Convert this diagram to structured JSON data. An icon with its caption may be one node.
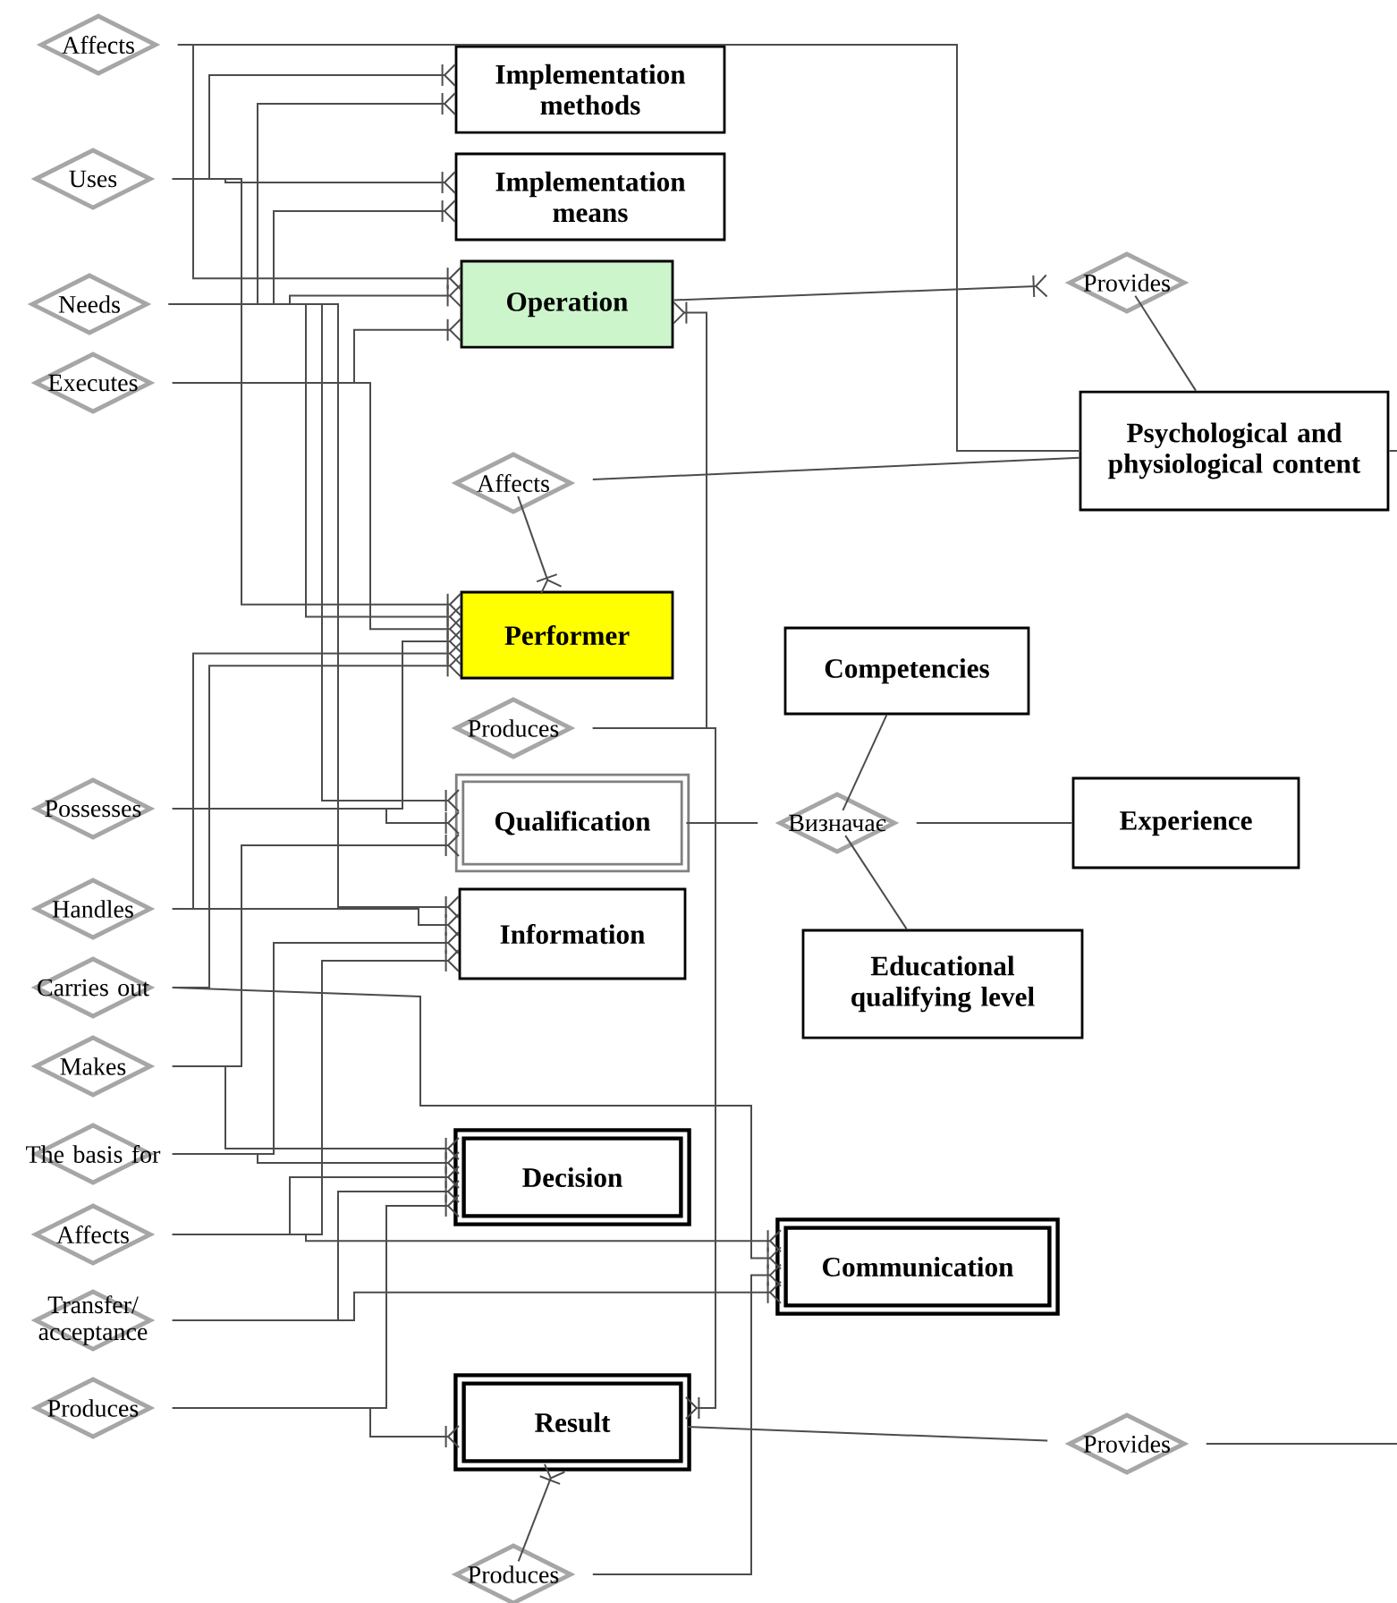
{
  "diagram": {
    "nodes": [
      {
        "text": [
          "Affects"
        ]
      },
      {
        "text": [
          "Implementation methods"
        ]
      },
      {
        "text": [
          "Uses"
        ]
      },
      {
        "text": [
          "Implementation means"
        ]
      },
      {
        "text": [
          "Needs"
        ]
      },
      {
        "text": [
          "Operation"
        ]
      },
      {
        "text": [
          "Provides"
        ]
      },
      {
        "text": [
          "Executes"
        ]
      },
      {
        "text": [
          "Psychological and physiological content"
        ]
      },
      {
        "text": [
          "Affects"
        ]
      },
      {
        "text": [
          "Performer"
        ]
      },
      {
        "text": [
          "Competencies"
        ]
      },
      {
        "text": [
          "Produces"
        ]
      },
      {
        "text": [
          "Possesses"
        ]
      },
      {
        "text": [
          "Qualification"
        ]
      },
      {
        "text": [
          "Визначає"
        ]
      },
      {
        "text": [
          "Experience"
        ]
      },
      {
        "text": [
          "Handles"
        ]
      },
      {
        "text": [
          "Information"
        ]
      },
      {
        "text": [
          "Educational qualifying level"
        ]
      },
      {
        "text": [
          "Carries out"
        ]
      },
      {
        "text": [
          "Makes"
        ]
      },
      {
        "text": [
          "The basis for"
        ]
      },
      {
        "text": [
          "Decision"
        ]
      },
      {
        "text": [
          "Affects"
        ]
      },
      {
        "text": [
          "Communication"
        ]
      },
      {
        "text": [
          "Transfer/ acceptance"
        ]
      },
      {
        "text": [
          "Produces"
        ]
      },
      {
        "text": [
          "Result"
        ]
      },
      {
        "text": [
          "Provides"
        ]
      },
      {
        "text": [
          "Produces"
        ]
      }
    ],
    "edges": [
      {
        "from": 0,
        "to": 8,
        "arrow": "none"
      },
      {
        "from": 0,
        "to": 5,
        "arrow": "other"
      },
      {
        "from": 2,
        "to": 1,
        "arrow": "other"
      },
      {
        "from": 2,
        "to": 3,
        "arrow": "other"
      },
      {
        "from": 2,
        "to": 10,
        "arrow": "other"
      },
      {
        "from": 4,
        "to": 1,
        "arrow": "other"
      },
      {
        "from": 4,
        "to": 3,
        "arrow": "other"
      },
      {
        "from": 4,
        "to": 5,
        "arrow": "other"
      },
      {
        "from": 4,
        "to": 10,
        "arrow": "other"
      },
      {
        "from": 4,
        "to": 14,
        "arrow": "other"
      },
      {
        "from": 4,
        "to": 18,
        "arrow": "other"
      },
      {
        "from": 7,
        "to": 5,
        "arrow": "other"
      },
      {
        "from": 7,
        "to": 10,
        "arrow": "other"
      },
      {
        "from": 5,
        "to": 6,
        "arrow": "other"
      },
      {
        "from": 6,
        "to": 8,
        "arrow": "none"
      },
      {
        "from": 12,
        "to": 5,
        "arrow": "other"
      },
      {
        "from": 9,
        "to": 8,
        "arrow": "none"
      },
      {
        "from": 9,
        "to": 10,
        "arrow": "other"
      },
      {
        "from": 12,
        "to": 28,
        "arrow": "other"
      },
      {
        "from": 15,
        "to": 11,
        "arrow": "none"
      },
      {
        "from": 14,
        "to": 15,
        "arrow": "none"
      },
      {
        "from": 15,
        "to": 16,
        "arrow": "none"
      },
      {
        "from": 15,
        "to": 19,
        "arrow": "none"
      },
      {
        "from": 13,
        "to": 14,
        "arrow": "other"
      },
      {
        "from": 13,
        "to": 10,
        "arrow": "other"
      },
      {
        "from": 17,
        "to": 18,
        "arrow": "other"
      },
      {
        "from": 17,
        "to": 10,
        "arrow": "other"
      },
      {
        "from": 20,
        "to": 25,
        "arrow": "other"
      },
      {
        "from": 20,
        "to": 10,
        "arrow": "other"
      },
      {
        "from": 21,
        "to": 23,
        "arrow": "other"
      },
      {
        "from": 21,
        "to": 14,
        "arrow": "other"
      },
      {
        "from": 22,
        "to": 23,
        "arrow": "other"
      },
      {
        "from": 22,
        "to": 18,
        "arrow": "other"
      },
      {
        "from": 24,
        "to": 23,
        "arrow": "other"
      },
      {
        "from": 24,
        "to": 25,
        "arrow": "other"
      },
      {
        "from": 24,
        "to": 18,
        "arrow": "other"
      },
      {
        "from": 26,
        "to": 23,
        "arrow": "other"
      },
      {
        "from": 26,
        "to": 25,
        "arrow": "other"
      },
      {
        "from": 27,
        "to": 28,
        "arrow": "other"
      },
      {
        "from": 27,
        "to": 23,
        "arrow": "other"
      },
      {
        "from": 30,
        "to": 28,
        "arrow": "other"
      },
      {
        "from": 30,
        "to": 25,
        "arrow": "other"
      },
      {
        "from": 28,
        "to": 29,
        "arrow": "none"
      },
      {
        "from": 29,
        "to": null,
        "arrow": "none"
      },
      {
        "from": 8,
        "to": null,
        "arrow": "none"
      }
    ]
  }
}
